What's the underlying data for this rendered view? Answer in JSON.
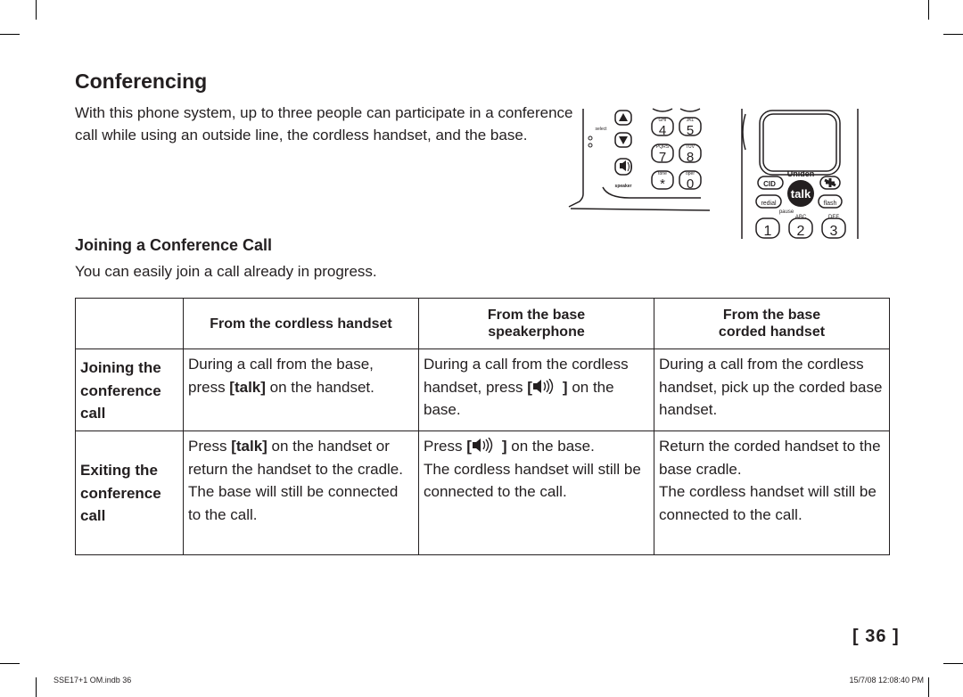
{
  "page": {
    "title": "Conferencing",
    "intro": "With this phone system, up to three people can participate in a conference call while using an outside line, the cordless handset, and the base.",
    "subtitle": "Joining a Conference Call",
    "lead": "You can easily join a call already in progress.",
    "page_number": "[ 36 ]",
    "footer_left": "SSE17+1 OM.indb   36",
    "footer_right": "15/7/08   12:08:40 PM"
  },
  "illustration": {
    "base": {
      "key_select": "select",
      "key_speaker": "speaker",
      "keys": [
        {
          "digit": "4",
          "letters": "GHI"
        },
        {
          "digit": "5",
          "letters": "JKL"
        },
        {
          "digit": "7",
          "letters": "PQRS"
        },
        {
          "digit": "8",
          "letters": "TUV"
        },
        {
          "digit": "*",
          "letters": "tone"
        },
        {
          "digit": "0",
          "letters": "oper"
        }
      ]
    },
    "handset": {
      "brand": "Uniden",
      "cid": "CID",
      "talk": "talk",
      "redial": "redial",
      "pause": "pause",
      "flash": "flash",
      "keys": [
        {
          "digit": "1",
          "letters": ""
        },
        {
          "digit": "2",
          "letters": "ABC"
        },
        {
          "digit": "3",
          "letters": "DEF"
        }
      ]
    }
  },
  "table": {
    "headers": {
      "handset": "From the cordless handset",
      "speaker_l1": "From the base",
      "speaker_l2": "speakerphone",
      "corded_l1": "From the base",
      "corded_l2": "corded handset"
    },
    "join": {
      "label_l1": "Joining the",
      "label_l2": "conference",
      "label_l3": "call",
      "handset_a": "During a call from the base, press ",
      "handset_key": "[talk]",
      "handset_b": " on the handset.",
      "speaker_a": "During a call from the cordless handset, press ",
      "speaker_key_open": "[",
      "speaker_key_close": "]",
      "speaker_b": " on the base.",
      "corded": "During a call from the cordless handset, pick up the corded base handset."
    },
    "exit": {
      "label_l1": "Exiting the",
      "label_l2": "conference",
      "label_l3": "call",
      "handset_a": "Press ",
      "handset_key": "[talk]",
      "handset_b": " on the handset or return the handset to the cradle.",
      "handset_c": "The base will still be connected to the call.",
      "speaker_a": "Press ",
      "speaker_key_open": "[",
      "speaker_key_close": "]",
      "speaker_b": " on the base.",
      "speaker_c": "The cordless handset will still be connected to the call.",
      "corded_a": "Return the corded handset to the base cradle.",
      "corded_b": "The cordless handset will still be connected to the call."
    }
  }
}
